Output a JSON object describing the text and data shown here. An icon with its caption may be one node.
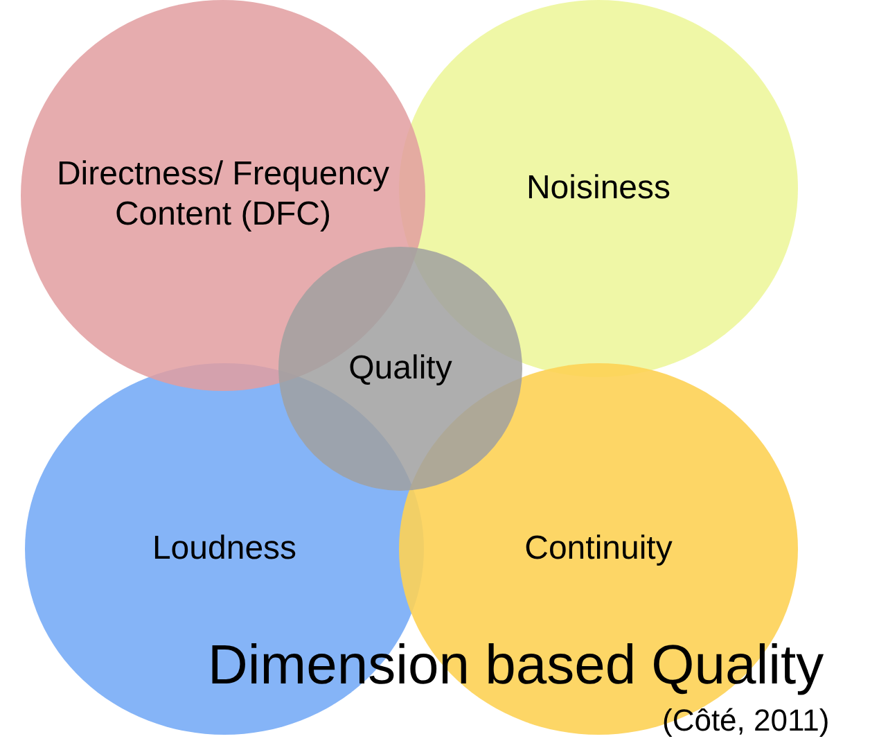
{
  "diagram": {
    "title": "Dimension based Quality",
    "caption": "(Côté, 2011)",
    "nodes": [
      {
        "text": [
          "Directness/ Frequency Content (DFC)"
        ]
      },
      {
        "text": [
          "Noisiness"
        ]
      },
      {
        "text": [
          "Loudness"
        ]
      },
      {
        "text": [
          "Continuity"
        ]
      },
      {
        "text": [
          "Quality"
        ]
      }
    ]
  }
}
